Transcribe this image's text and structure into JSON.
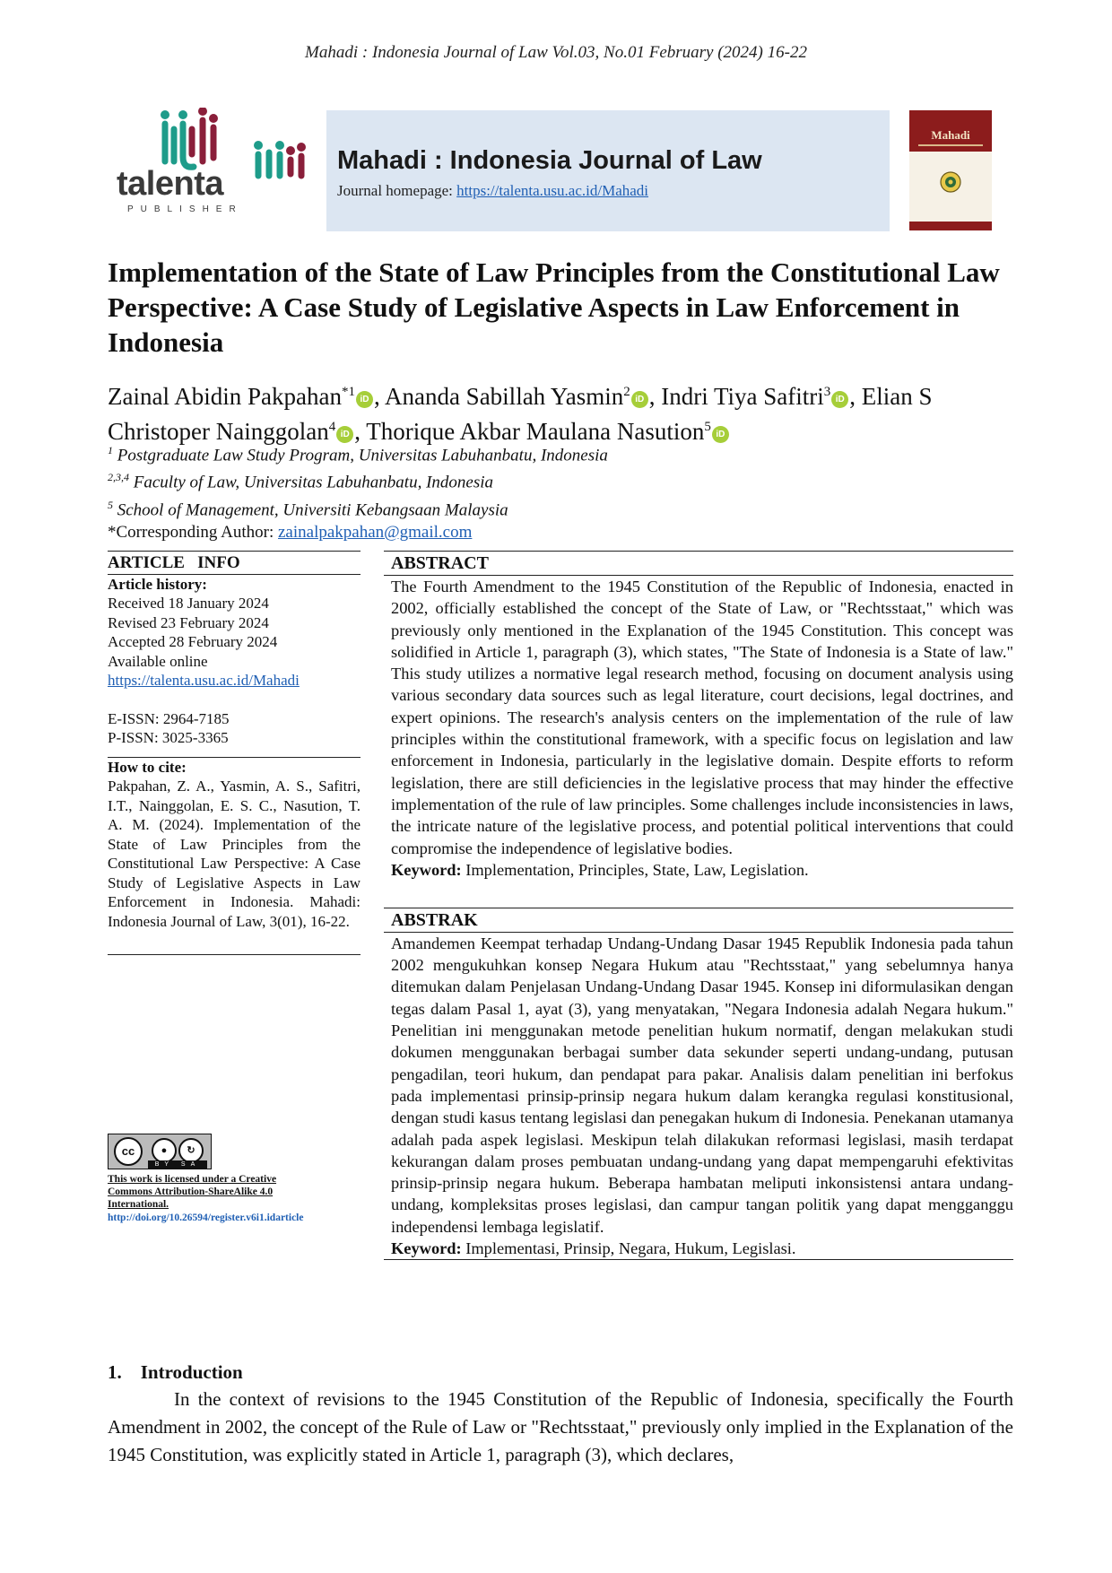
{
  "running_head": "Mahadi : Indonesia Journal of Law Vol.03, No.01 February (2024) 16-22",
  "publisher_logo": {
    "word": "talenta",
    "sub": "PUBLISHER",
    "colors": {
      "teal": "#1e9c8a",
      "maroon": "#8a1f3a",
      "grey": "#3a3a3a"
    }
  },
  "banner": {
    "journal_name": "Mahadi : Indonesia Journal of Law",
    "homepage_label": "Journal homepage: ",
    "homepage_url": "https://talenta.usu.ac.id/Mahadi",
    "cover_title": "Mahadi",
    "accent": "#dce6f2"
  },
  "title": "Implementation of the State of Law Principles from the Constitutional Law Perspective: A Case Study of Legislative Aspects in Law Enforcement in Indonesia",
  "authors": [
    {
      "name": "Zainal Abidin Pakpahan",
      "sup": "*1",
      "sep": ", "
    },
    {
      "name": "Ananda Sabillah Yasmin",
      "sup": "2",
      "sep": ", "
    },
    {
      "name": "Indri Tiya Safitri",
      "sup": "3",
      "sep": ", "
    },
    {
      "name": "Elian S Christoper Nainggolan",
      "sup": "4",
      "sep": ", "
    },
    {
      "name": "Thorique Akbar Maulana Nasution",
      "sup": "5",
      "sep": ""
    }
  ],
  "affiliations": [
    {
      "sup": "1",
      "text": "Postgraduate Law Study Program, Universitas Labuhanbatu, Indonesia"
    },
    {
      "sup": "2,3,4",
      "text": "Faculty of Law, Universitas Labuhanbatu, Indonesia"
    },
    {
      "sup": "5",
      "text": "School of Management, Universiti Kebangsaan Malaysia"
    }
  ],
  "corresponding": {
    "label": "*Corresponding Author: ",
    "email": "zainalpakpahan@gmail.com"
  },
  "article_info": {
    "heading": "ARTICLE   INFO",
    "history_label": "Article history:",
    "received": "Received 18 January 2024",
    "revised": "Revised 23 February 2024",
    "accepted": "Accepted 28 February 2024",
    "available": "Available online",
    "url": "https://talenta.usu.ac.id/Mahadi",
    "eissn": "E-ISSN: 2964-7185",
    "pissn": "P-ISSN: 3025-3365",
    "cite_label": "How to cite:",
    "cite_text": "Pakpahan, Z. A., Yasmin, A. S., Safitri, I.T., Nainggolan, E. S. C., Nasution, T. A. M. (2024). Implementation of the State of Law Principles from the Constitutional Law Perspective: A Case Study of Legislative Aspects in Law Enforcement in Indonesia. Mahadi: Indonesia Journal of Law, 3(01), 16-22."
  },
  "license": {
    "badge_cc": "cc",
    "badge_tags": "BY SA",
    "text_line1": "This work is licensed under a Creative",
    "text_line2": "Commons Attribution-ShareAlike 4.0",
    "text_line3": "International.",
    "doi": "http://doi.org/10.26594/register.v6i1.idarticle"
  },
  "abstract": {
    "heading": "ABSTRACT",
    "body": "The Fourth Amendment to the 1945 Constitution of the Republic of Indonesia, enacted in 2002, officially established the concept of the State of Law, or \"Rechtsstaat,\" which was previously only mentioned in the Explanation of the 1945 Constitution. This concept was solidified in Article 1, paragraph (3), which states, \"The State of Indonesia is a State of law.\" This study utilizes a normative legal research method, focusing on document analysis using various secondary data sources such as legal literature, court decisions, legal doctrines, and expert opinions. The research's analysis centers on the implementation of the rule of law principles within the constitutional framework, with a specific focus on legislation and law enforcement in Indonesia, particularly in the legislative domain. Despite efforts to reform legislation, there are still deficiencies in the legislative process that may hinder the effective implementation of the rule of law principles. Some challenges include inconsistencies in laws, the intricate nature of the legislative process, and potential political interventions that could compromise the independence of legislative bodies.",
    "keyword_label": "Keyword:",
    "keywords": " Implementation, Principles, State, Law, Legislation."
  },
  "abstrak": {
    "heading": "ABSTRAK",
    "body": "Amandemen Keempat terhadap Undang-Undang Dasar 1945 Republik Indonesia pada tahun 2002 mengukuhkan konsep Negara Hukum atau \"Rechtsstaat,\" yang sebelumnya hanya ditemukan dalam Penjelasan Undang-Undang Dasar 1945. Konsep ini diformulasikan dengan tegas dalam Pasal 1, ayat (3), yang menyatakan, \"Negara Indonesia adalah Negara hukum.\" Penelitian ini menggunakan metode penelitian hukum normatif, dengan melakukan studi dokumen menggunakan berbagai sumber data sekunder seperti undang-undang, putusan pengadilan, teori hukum, dan pendapat para pakar. Analisis dalam penelitian ini berfokus pada implementasi prinsip-prinsip negara hukum dalam kerangka regulasi konstitusional, dengan studi kasus tentang legislasi dan penegakan hukum di Indonesia. Penekanan utamanya adalah pada aspek legislasi. Meskipun telah dilakukan reformasi legislasi, masih terdapat kekurangan dalam proses pembuatan undang-undang yang dapat mempengaruhi efektivitas prinsip-prinsip negara hukum. Beberapa hambatan meliputi inkonsistensi antara undang-undang, kompleksitas proses legislasi, dan campur tangan politik yang dapat mengganggu independensi lembaga legislatif.",
    "keyword_label": "Keyword:",
    "keywords": " Implementasi, Prinsip, Negara, Hukum, Legislasi."
  },
  "introduction": {
    "heading": "1.    Introduction",
    "body": "In the context of revisions to the 1945 Constitution of the Republic of Indonesia, specifically the Fourth Amendment in 2002, the concept of the Rule of Law or \"Rechtsstaat,\" previously only implied in the Explanation of the 1945 Constitution, was explicitly stated in Article 1, paragraph (3), which declares,"
  }
}
